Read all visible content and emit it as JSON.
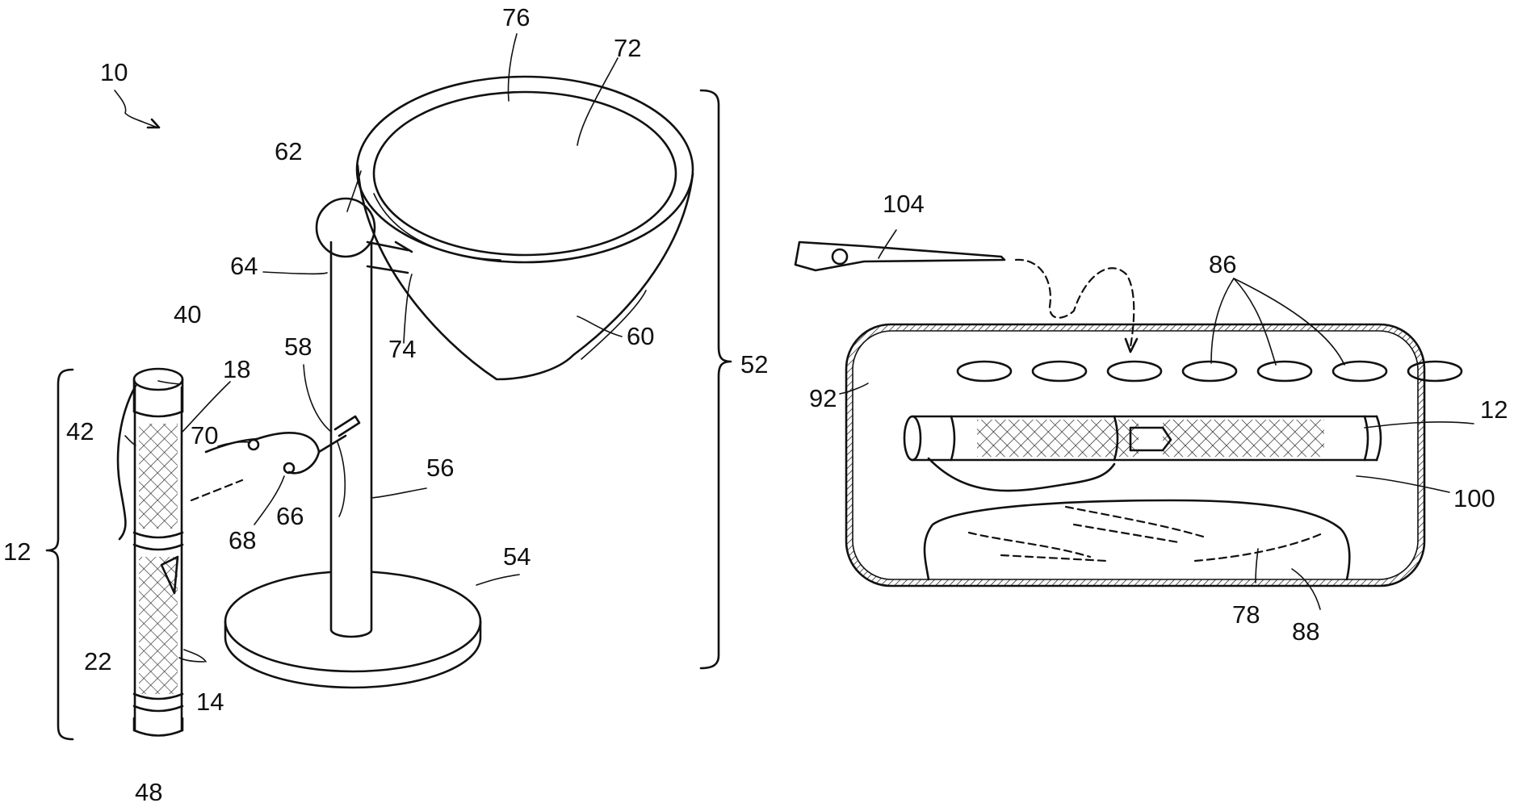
{
  "figure": {
    "labels": {
      "n10": "10",
      "n76": "76",
      "n72": "72",
      "n62": "62",
      "n64": "64",
      "n74": "74",
      "n60": "60",
      "n52": "52",
      "n40": "40",
      "n18": "18",
      "n58": "58",
      "n42": "42",
      "n70": "70",
      "n68": "68",
      "n66": "66",
      "n56": "56",
      "n54": "54",
      "n12a": "12",
      "n22": "22",
      "n14": "14",
      "n48": "48",
      "n104": "104",
      "n86": "86",
      "n92": "92",
      "n12b": "12",
      "n100": "100",
      "n78": "78",
      "n88": "88"
    }
  }
}
